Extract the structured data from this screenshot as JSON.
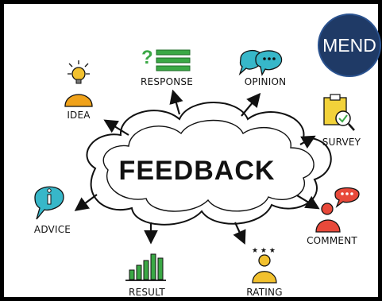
{
  "center": {
    "title": "FEEDBACK"
  },
  "logo": {
    "text": "MEND"
  },
  "nodes": {
    "idea": "IDEA",
    "response": "RESPONSE",
    "opinion": "OPINION",
    "survey": "SURVEY",
    "advice": "ADVICE",
    "comment": "COMMENT",
    "result": "RESULT",
    "rating": "RATING"
  },
  "colors": {
    "orange": "#f0a21a",
    "green": "#3aa845",
    "teal": "#37b7c9",
    "red": "#e8493a",
    "yellow": "#f2d23a",
    "logo": "#1f3a66"
  },
  "icons": {
    "idea": "lightbulb-person-icon",
    "response": "question-lines-icon",
    "opinion": "speech-bubbles-icon",
    "survey": "clipboard-check-icon",
    "advice": "info-bubble-icon",
    "comment": "person-comment-icon",
    "result": "bar-chart-icon",
    "rating": "person-stars-icon"
  }
}
